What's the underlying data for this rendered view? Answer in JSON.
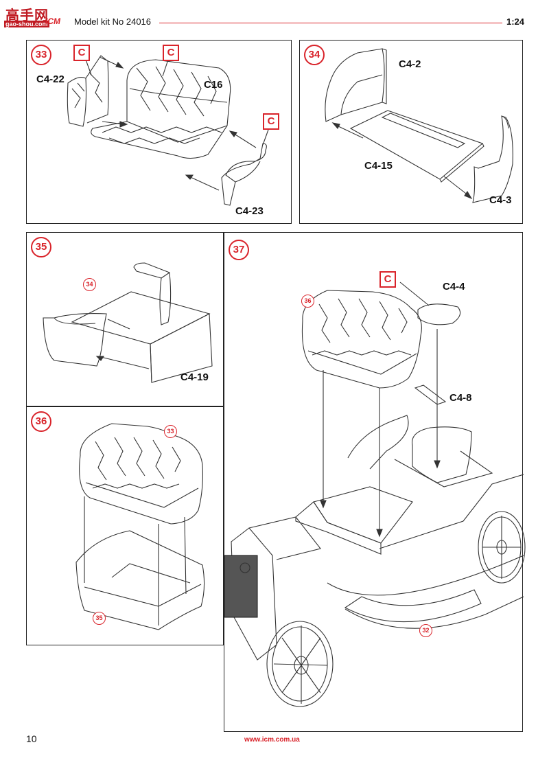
{
  "header": {
    "logo_text": "高手网",
    "logo_sub": "gao-shou.com",
    "logo_right": "ICM",
    "title": "Model kit No 24016",
    "scale": "1:24"
  },
  "footer": {
    "page_number": "10",
    "url": "www.icm.com.ua"
  },
  "colors": {
    "accent": "#d9232a",
    "line": "#333333"
  },
  "steps": [
    {
      "number": "33",
      "labels": [
        "C4-22",
        "C16",
        "C4-23"
      ],
      "paint_code": "C"
    },
    {
      "number": "34",
      "labels": [
        "C4-2",
        "C4-15",
        "C4-3"
      ]
    },
    {
      "number": "35",
      "ref": "34",
      "labels": [
        "C4-19"
      ]
    },
    {
      "number": "36",
      "refs": [
        "33",
        "35"
      ]
    },
    {
      "number": "37",
      "refs": [
        "36",
        "32"
      ],
      "labels": [
        "C4-4",
        "C4-8"
      ],
      "paint_code": "C"
    }
  ]
}
